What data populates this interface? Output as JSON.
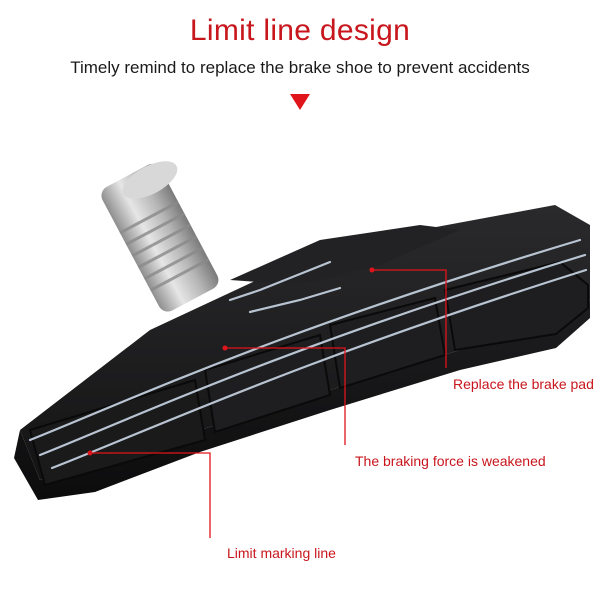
{
  "header": {
    "title": "Limit line design",
    "subtitle": "Timely remind to replace the brake shoe to prevent accidents"
  },
  "callouts": [
    {
      "label": "Replace the brake pad"
    },
    {
      "label": "The braking force is weakened"
    },
    {
      "label": "Limit marking line"
    }
  ],
  "colors": {
    "accent": "#c8161d",
    "pad": "#1b1b1d",
    "limit_line": "#b9c4d2",
    "metal": "#c9c9c9"
  },
  "icons": {
    "arrow": "down-triangle-icon"
  }
}
